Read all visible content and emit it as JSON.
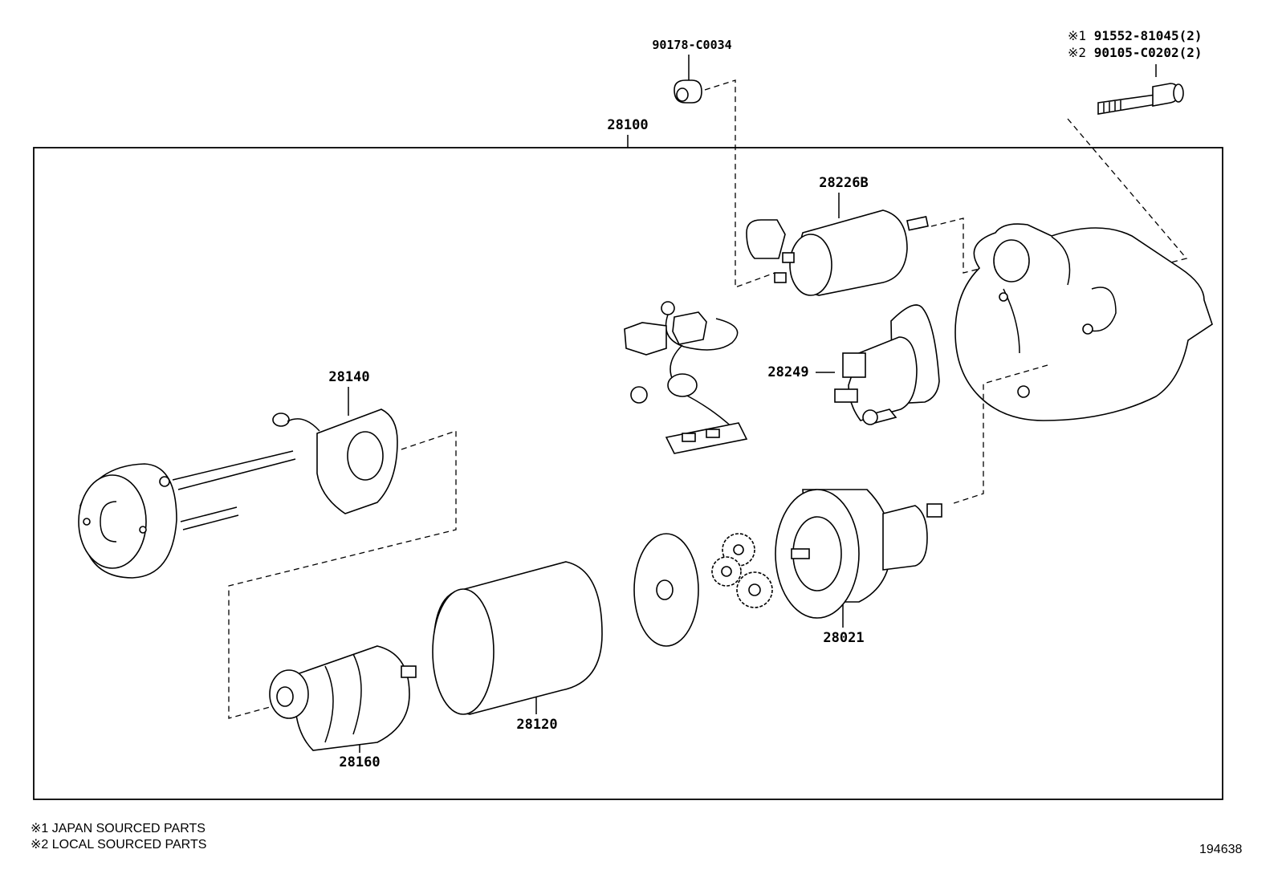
{
  "diagram": {
    "assembly_label": "28100",
    "parts": [
      {
        "id": "90178-C0034"
      },
      {
        "id": "28226B"
      },
      {
        "id": "28140"
      },
      {
        "id": "28249"
      },
      {
        "id": "28021"
      },
      {
        "id": "28120"
      },
      {
        "id": "28160"
      }
    ],
    "bolt_refs": [
      {
        "mark": "※1",
        "part": "91552-81045(2)"
      },
      {
        "mark": "※2",
        "part": "90105-C0202(2)"
      }
    ],
    "notes": [
      "※1 JAPAN SOURCED PARTS",
      "※2 LOCAL SOURCED PARTS"
    ],
    "illustration_code": "194638"
  }
}
